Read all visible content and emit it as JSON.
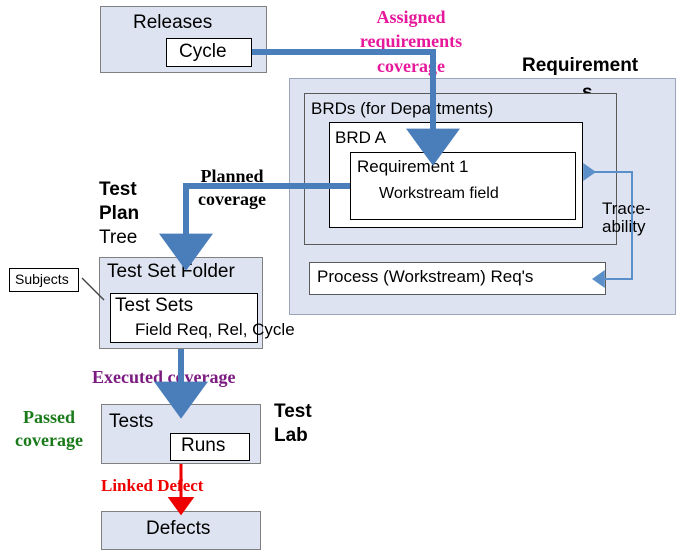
{
  "diagram": {
    "title_present": false,
    "colors": {
      "node_fill": "#dde3f0",
      "node_border": "#808080",
      "panel_fill": "#dde3f0",
      "panel_border": "#9aa4bb",
      "white_fill": "#ffffff",
      "blue_arrow": "#4a7ebb",
      "thin_blue_arrow": "#5b8fc9",
      "magenta_label": "#e6189b",
      "purple_label": "#6a1b8a",
      "purple_label_end": "#9b1f6b",
      "green_label": "#1a7a1a",
      "red_label": "#ee0000",
      "black_text": "#000000"
    },
    "nodes": {
      "releases": {
        "label": "Releases"
      },
      "cycle": {
        "label": "Cycle"
      },
      "requirements_panel": {
        "label": "Requirement",
        "label_wrap": "s"
      },
      "brds": {
        "label": "BRDs (for Departments)"
      },
      "brd_a": {
        "label": "BRD A"
      },
      "requirement_1": {
        "label": "Requirement 1",
        "sub_label": "Workstream field"
      },
      "process_reqs": {
        "label": "Process (Workstream) Req's"
      },
      "test_plan_tree": {
        "label_bold": "Test\nPlan",
        "label_plain": "Tree"
      },
      "subjects": {
        "label": "Subjects"
      },
      "test_set_folder": {
        "label": "Test Set Folder"
      },
      "test_sets": {
        "label": "Test Sets",
        "sub_label": "Field Req, Rel, Cycle"
      },
      "test_lab": {
        "label": "Test\nLab"
      },
      "tests": {
        "label": "Tests"
      },
      "runs": {
        "label": "Runs"
      },
      "defects": {
        "label": "Defects"
      }
    },
    "edge_labels": {
      "assigned_requirements_coverage": "Assigned\nrequirements\ncoverage",
      "planned_coverage": "Planned\ncoverage",
      "traceability": "Trace-\nability",
      "executed_coverage": "Executed coverage",
      "passed_coverage": "Passed\ncoverage",
      "linked_defect": "Linked Defect"
    }
  }
}
